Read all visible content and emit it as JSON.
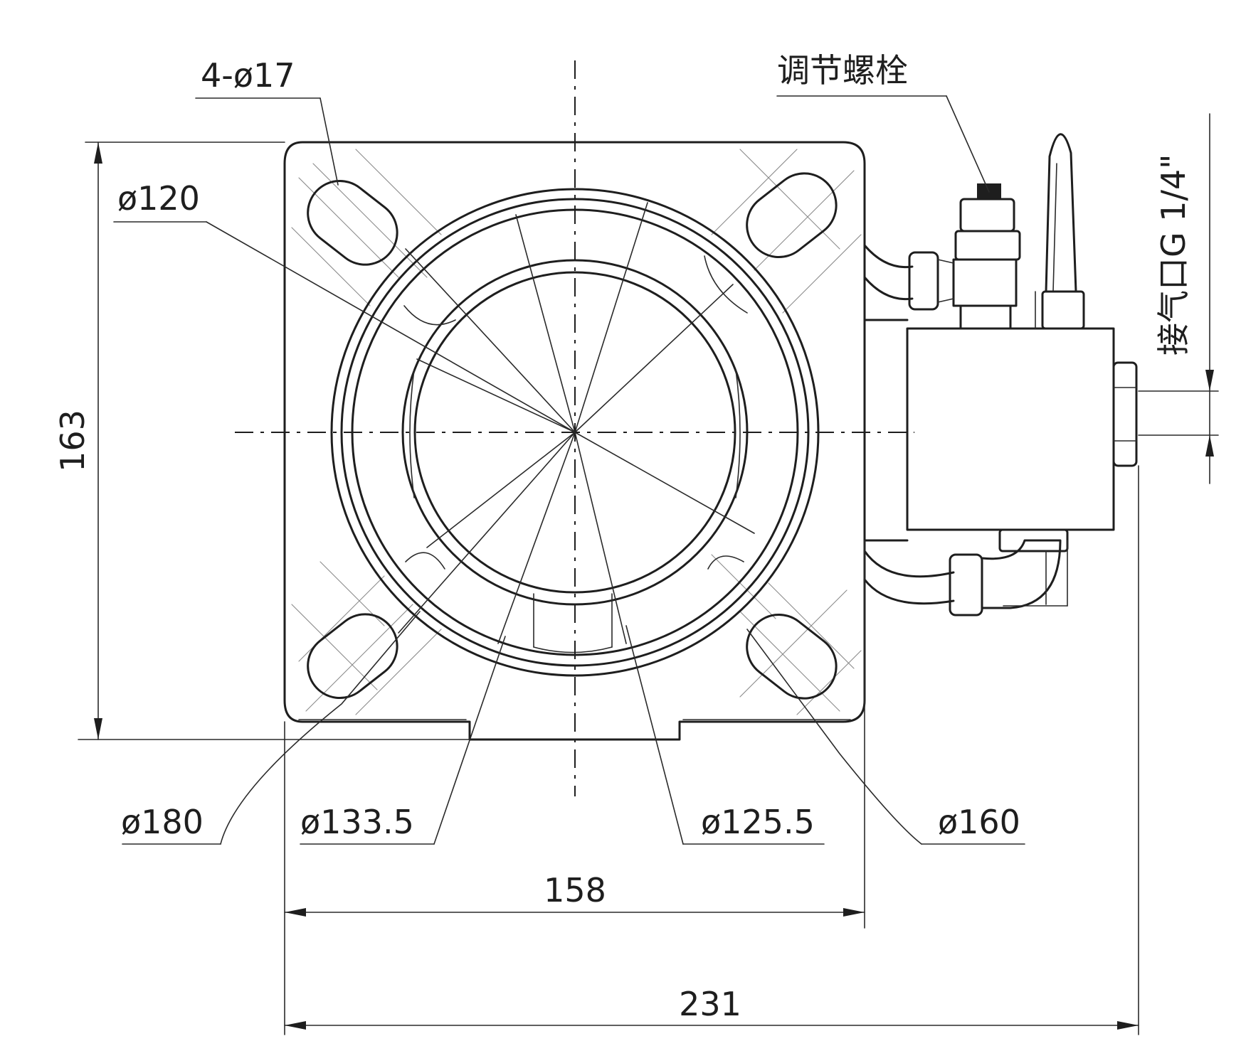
{
  "labels": {
    "holes": "4-ø17",
    "adjusting_bolt": "调节螺栓",
    "connector": "接气口G 1/4\"",
    "d120": "ø120",
    "d180": "ø180",
    "d133_5": "ø133.5",
    "d125_5": "ø125.5",
    "d160": "ø160"
  },
  "dimensions": {
    "height": "163",
    "width_inner": "158",
    "width_total": "231"
  },
  "colors": {
    "line": "#1e1e1e",
    "background": "#ffffff"
  }
}
